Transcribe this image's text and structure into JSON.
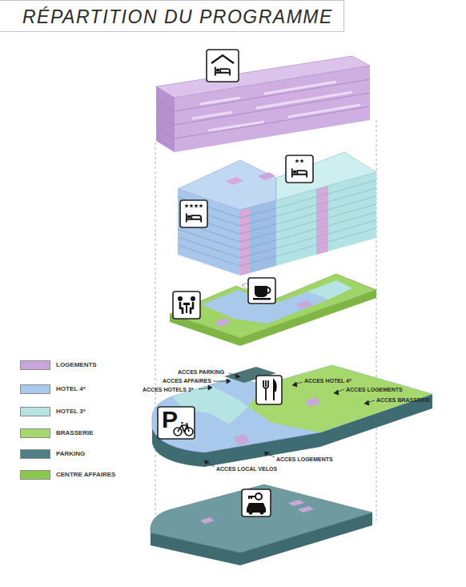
{
  "diagram": {
    "title": "RÉPARTITION DU PROGRAMME",
    "labels": [
      "ACCES PARKING",
      "ACCES AFFAIRES",
      "ACCES HOTELS 3*",
      "ACCES HOTEL 4*",
      "ACCES LOGEMENTS",
      "ACCES BRASSERIE",
      "P",
      "ACCES LOGEMENTS",
      "ACCES LOCAL VELOS"
    ],
    "legend": [
      {
        "text": "LOGEMENTS",
        "color": "#c9a6dc"
      },
      {
        "text": "HOTEL 4*",
        "color": "#a9c8ec"
      },
      {
        "text": "HOTEL 3*",
        "color": "#b6e3e3"
      },
      {
        "text": "BRASSERIE",
        "color": "#a6d86e"
      },
      {
        "text": "PARKING",
        "color": "#4f7f86"
      },
      {
        "text": "CENTRE AFFAIRES",
        "color": "#8cc850"
      }
    ]
  }
}
